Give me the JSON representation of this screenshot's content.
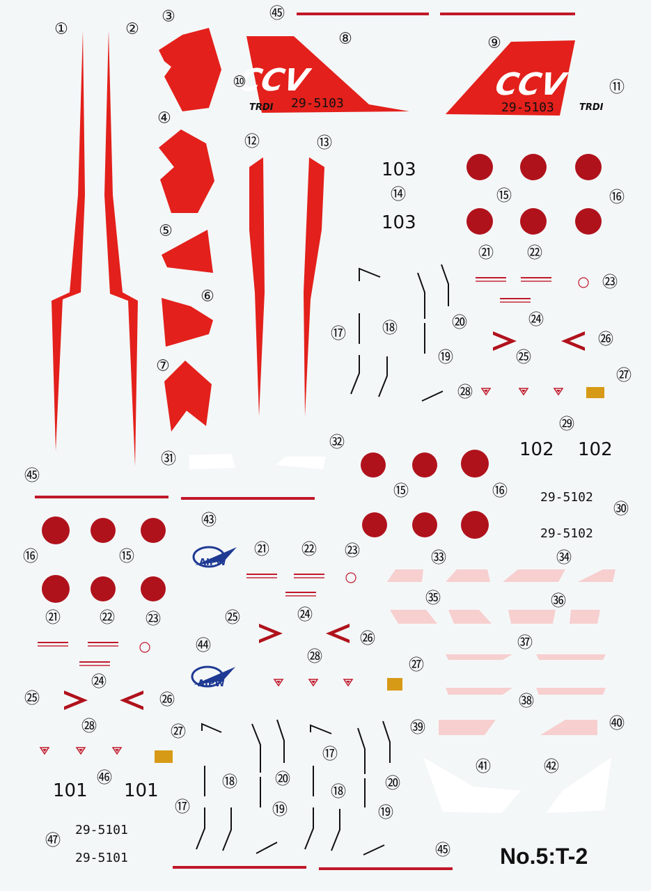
{
  "sheet_title": "No.5:T-2",
  "colors": {
    "red": "#e3201b",
    "roundel": "#b0121c",
    "stripe": "#c0182a",
    "pink": "#f7cfcf",
    "blue": "#1f3a93",
    "background": "#f4f7f8"
  },
  "tail_code": "CCV",
  "tail_maker": "TRDI",
  "serials": {
    "s103": "29-5103",
    "s102": "29-5102",
    "s101": "29-5101"
  },
  "codes": {
    "c103": "103",
    "c102": "102",
    "c101": "101"
  },
  "logo_text": "AIPW",
  "markers": {
    "m1": "①",
    "m2": "②",
    "m3": "③",
    "m4": "④",
    "m5": "⑤",
    "m6": "⑥",
    "m7": "⑦",
    "m8": "⑧",
    "m9": "⑨",
    "m10": "⑩",
    "m11": "⑪",
    "m12": "⑫",
    "m13": "⑬",
    "m14": "⑭",
    "m15": "⑮",
    "m16": "⑯",
    "m17": "⑰",
    "m18": "⑱",
    "m19": "⑲",
    "m20": "⑳",
    "m21": "㉑",
    "m22": "㉒",
    "m23": "㉓",
    "m24": "㉔",
    "m25": "㉕",
    "m26": "㉖",
    "m27": "㉗",
    "m28": "㉘",
    "m29": "㉙",
    "m30": "㉚",
    "m31": "㉛",
    "m32": "㉜",
    "m33": "㉝",
    "m34": "㉞",
    "m35": "㉟",
    "m36": "㊱",
    "m37": "㊲",
    "m38": "㊳",
    "m39": "㊴",
    "m40": "㊵",
    "m41": "㊶",
    "m42": "㊷",
    "m43": "㊸",
    "m44": "㊹",
    "m45": "㊺",
    "m46": "㊻",
    "m47": "㊼"
  }
}
